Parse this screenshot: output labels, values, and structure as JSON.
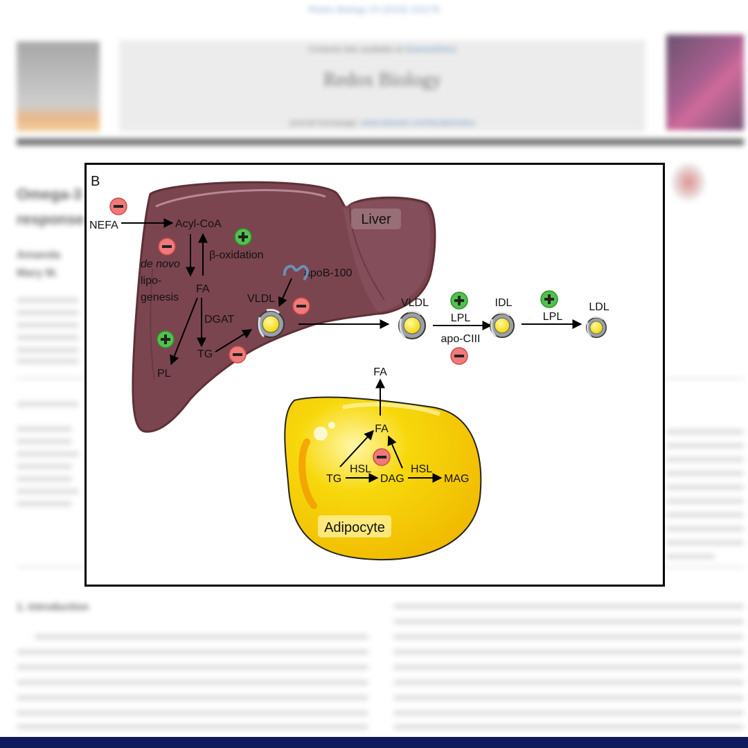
{
  "background": {
    "doi": "Redox Biology 24 (2019) 101178",
    "available_prefix": "Contents lists available at",
    "available_link": "ScienceDirect",
    "journal_name": "Redox Biology",
    "homepage_prefix": "journal homepage:",
    "homepage_link": "www.elsevier.com/locate/redox",
    "publisher": "ELSEVIER",
    "title_line1": "Omega-3",
    "title_line2": "response",
    "authors_line1": "Amanda",
    "authors_line2": "Mary M.",
    "section_heading": "1. Introduction"
  },
  "figure": {
    "panel_label": "B",
    "organs": {
      "liver": "Liver",
      "adipocyte": "Adipocyte"
    },
    "liver_labels": {
      "nefa": "NEFA",
      "acyl_coa": "Acyl-CoA",
      "beta_oxidation": "β-oxidation",
      "de_novo": "de novo",
      "lipo": "lipo-",
      "genesis": "genesis",
      "fa": "FA",
      "dgat": "DGAT",
      "tg": "TG",
      "pl": "PL",
      "vldl": "VLDL",
      "apob": "apoB-100"
    },
    "lipoprotein_labels": {
      "vldl": "VLDL",
      "idl": "IDL",
      "ldl": "LDL",
      "lpl_1": "LPL",
      "lpl_2": "LPL",
      "apo_ciii": "apo-CIII"
    },
    "adipocyte_labels": {
      "fa_out": "FA",
      "fa": "FA",
      "tg": "TG",
      "hsl_1": "HSL",
      "dag": "DAG",
      "hsl_2": "HSL",
      "mag": "MAG"
    },
    "signs": {
      "minus": "−",
      "plus": "+"
    },
    "colors": {
      "liver": "#7b4550",
      "liver_edge": "#5e3038",
      "adipocyte": "#f2cc0a",
      "inhibit": "#f07a7a",
      "stimulate": "#52c24c"
    }
  }
}
